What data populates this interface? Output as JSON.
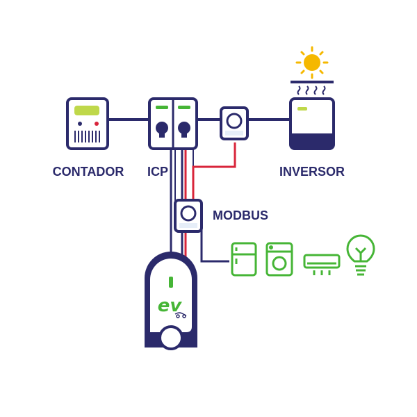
{
  "colors": {
    "navy": "#2b2a6b",
    "green": "#46b536",
    "lime": "#bfd84a",
    "red": "#d8243a",
    "sun": "#f5b800",
    "light": "#e6eef8"
  },
  "labels": {
    "meter": "CONTADOR",
    "icp": "ICP",
    "inverter": "INVERSOR",
    "modbus": "MODBUS"
  },
  "charger": {
    "logo": "ev"
  },
  "icons": {
    "sun": "sun-icon",
    "meter": "electric-meter-icon",
    "icp": "circuit-breaker-icon",
    "inverter": "solar-inverter-icon",
    "clamp": "current-clamp-icon",
    "fridge": "fridge-icon",
    "washer": "washing-machine-icon",
    "ac": "air-conditioner-icon",
    "bulb": "light-bulb-icon",
    "charger": "ev-charger-icon"
  }
}
